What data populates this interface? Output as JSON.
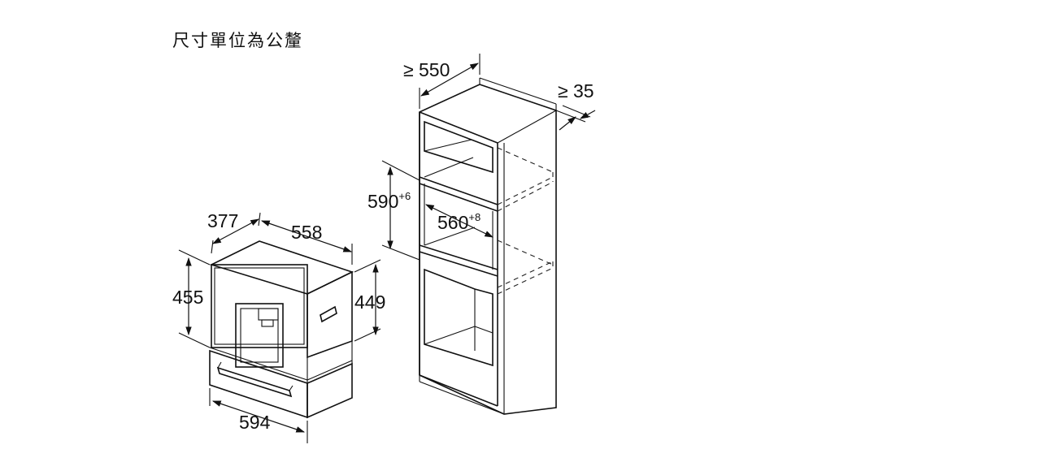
{
  "header": {
    "units_note": "尺寸單位為公釐"
  },
  "appliance": {
    "width": "594",
    "height_front": "455",
    "height_body": "449",
    "depth": "558",
    "side_depth": "377"
  },
  "cabinet": {
    "min_depth": "≥ 550",
    "min_gap": "≥ 35",
    "niche_height": "590",
    "niche_height_tol": "+6",
    "niche_width": "560",
    "niche_width_tol": "+8"
  }
}
